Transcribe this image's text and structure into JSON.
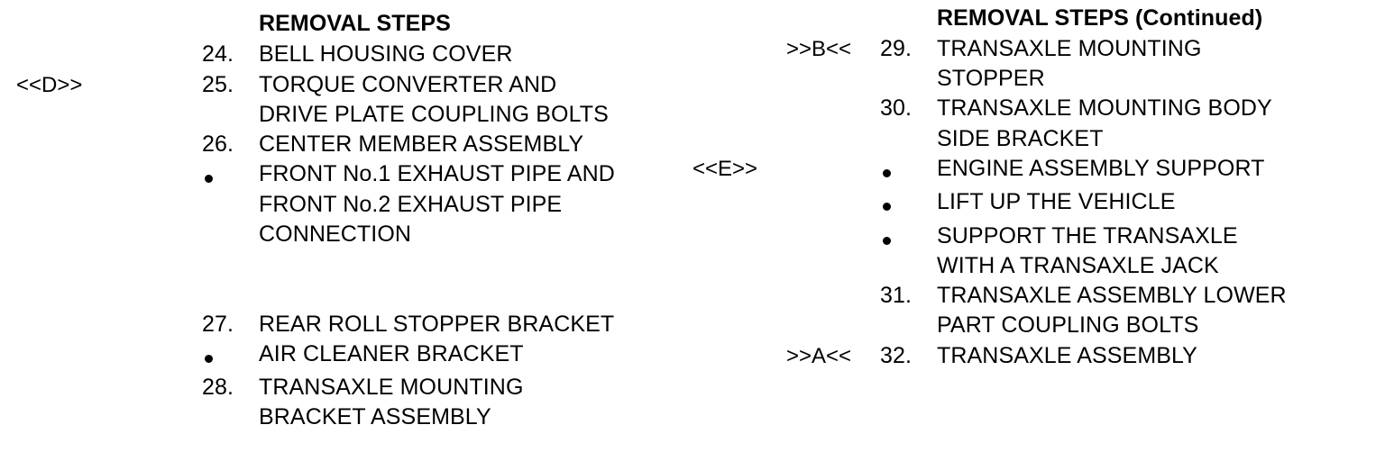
{
  "left": {
    "title": "REMOVAL STEPS",
    "refs": {
      "d": "<<D>>"
    },
    "steps": {
      "s24": {
        "num": "24.",
        "text": "BELL HOUSING COVER"
      },
      "s25": {
        "num": "25.",
        "line1": "TORQUE CONVERTER AND",
        "line2": "DRIVE PLATE COUPLING BOLTS"
      },
      "s26": {
        "num": "26.",
        "text": "CENTER MEMBER ASSEMBLY"
      },
      "b_exhaust": {
        "line1": "FRONT No.1 EXHAUST PIPE AND",
        "line2": "FRONT No.2 EXHAUST PIPE",
        "line3": "CONNECTION"
      },
      "s27": {
        "num": "27.",
        "text": "REAR ROLL STOPPER BRACKET"
      },
      "b_aircleaner": {
        "text": "AIR CLEANER BRACKET"
      },
      "s28": {
        "num": "28.",
        "line1": "TRANSAXLE MOUNTING",
        "line2": "BRACKET ASSEMBLY"
      }
    }
  },
  "right": {
    "title": "REMOVAL STEPS (Continued)",
    "refs": {
      "b": ">>B<<",
      "e": "<<E>>",
      "a": ">>A<<"
    },
    "steps": {
      "s29": {
        "num": "29.",
        "line1": "TRANSAXLE MOUNTING",
        "line2": "STOPPER"
      },
      "s30": {
        "num": "30.",
        "line1": "TRANSAXLE MOUNTING BODY",
        "line2": "SIDE BRACKET"
      },
      "b_engine": {
        "text": "ENGINE ASSEMBLY SUPPORT"
      },
      "b_lift": {
        "text": "LIFT UP THE VEHICLE"
      },
      "b_support": {
        "line1": "SUPPORT THE TRANSAXLE",
        "line2": "WITH A TRANSAXLE JACK"
      },
      "s31": {
        "num": "31.",
        "line1": "TRANSAXLE ASSEMBLY LOWER",
        "line2": "PART COUPLING BOLTS"
      },
      "s32": {
        "num": "32.",
        "text": "TRANSAXLE ASSEMBLY"
      }
    }
  }
}
